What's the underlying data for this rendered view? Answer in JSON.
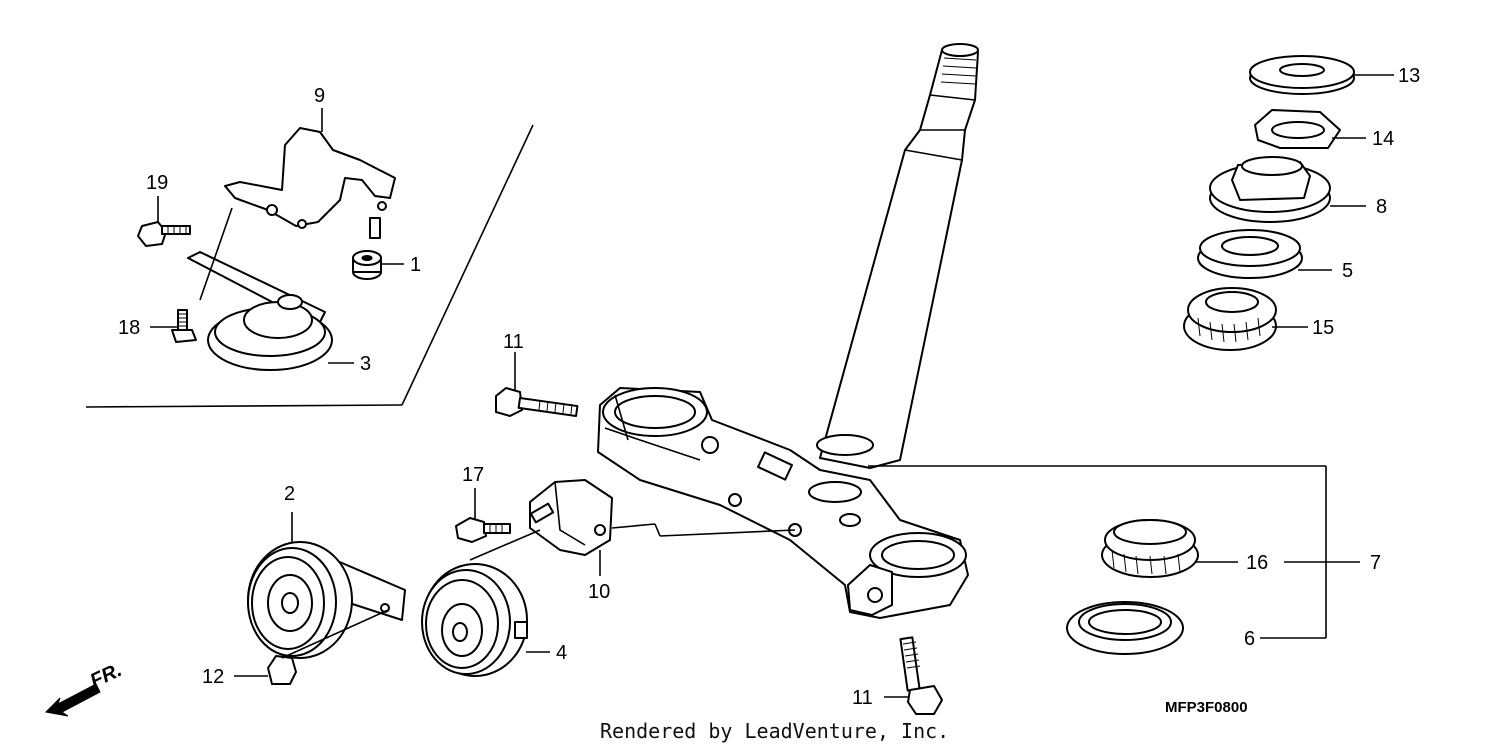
{
  "diagram": {
    "callouts": [
      "1",
      "2",
      "3",
      "4",
      "5",
      "6",
      "7",
      "8",
      "9",
      "10",
      "11",
      "11",
      "12",
      "13",
      "14",
      "15",
      "16",
      "17",
      "18",
      "19"
    ],
    "drawing_code": "MFP3F0800",
    "credit": "Rendered by LeadVenture, Inc.",
    "direction_label": "FR."
  }
}
